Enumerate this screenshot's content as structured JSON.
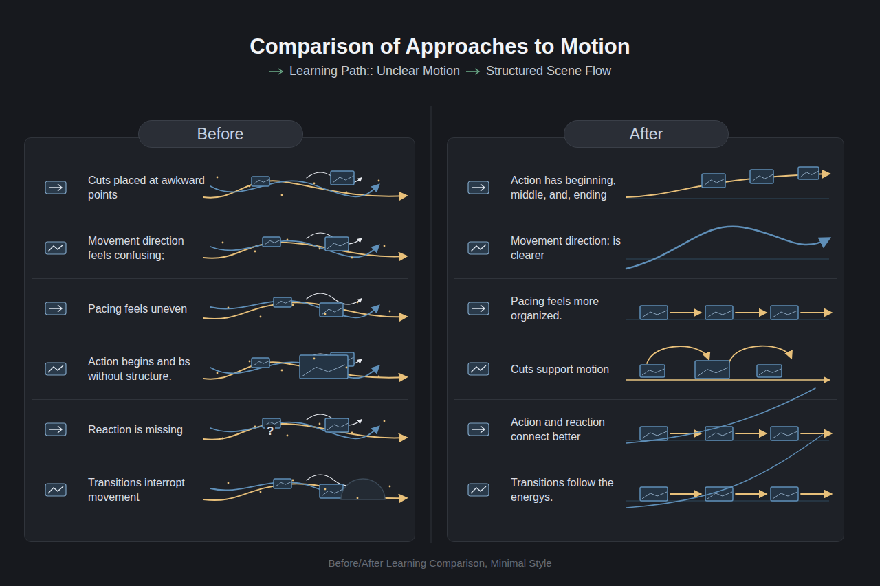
{
  "diagram": {
    "title": "Comparison of Approaches to Motion",
    "caption": "Before/After Learning Comparison, Minimal Style",
    "nodes": [
      {
        "text": [
          "Before"
        ]
      },
      {
        "text": [
          "Cuts placed at awkward points"
        ],
        "in": 0
      },
      {
        "text": [
          "Movement direction feels confusing;"
        ],
        "in": 0
      },
      {
        "text": [
          "Pacing feels uneven"
        ],
        "in": 0
      },
      {
        "text": [
          "Action begins and bs without structure."
        ],
        "in": 0
      },
      {
        "text": [
          "Reaction is missing"
        ],
        "in": 0
      },
      {
        "text": [
          "Transitions interropt movement"
        ],
        "in": 0
      },
      {
        "text": [
          "After"
        ]
      },
      {
        "text": [
          "Action has beginning, middle, and, ending"
        ],
        "in": 7
      },
      {
        "text": [
          "Movement direction: is clearer"
        ],
        "in": 7
      },
      {
        "text": [
          "Pacing feels more organized."
        ],
        "in": 7
      },
      {
        "text": [
          "Cuts support motion"
        ],
        "in": 7
      },
      {
        "text": [
          "Action and reaction connect better"
        ],
        "in": 7
      },
      {
        "text": [
          "Transitions follow the energys."
        ],
        "in": 7
      }
    ],
    "labels": [
      "Learning Path:: Unclear Motion",
      "Structured Scene Flow",
      "?"
    ]
  }
}
